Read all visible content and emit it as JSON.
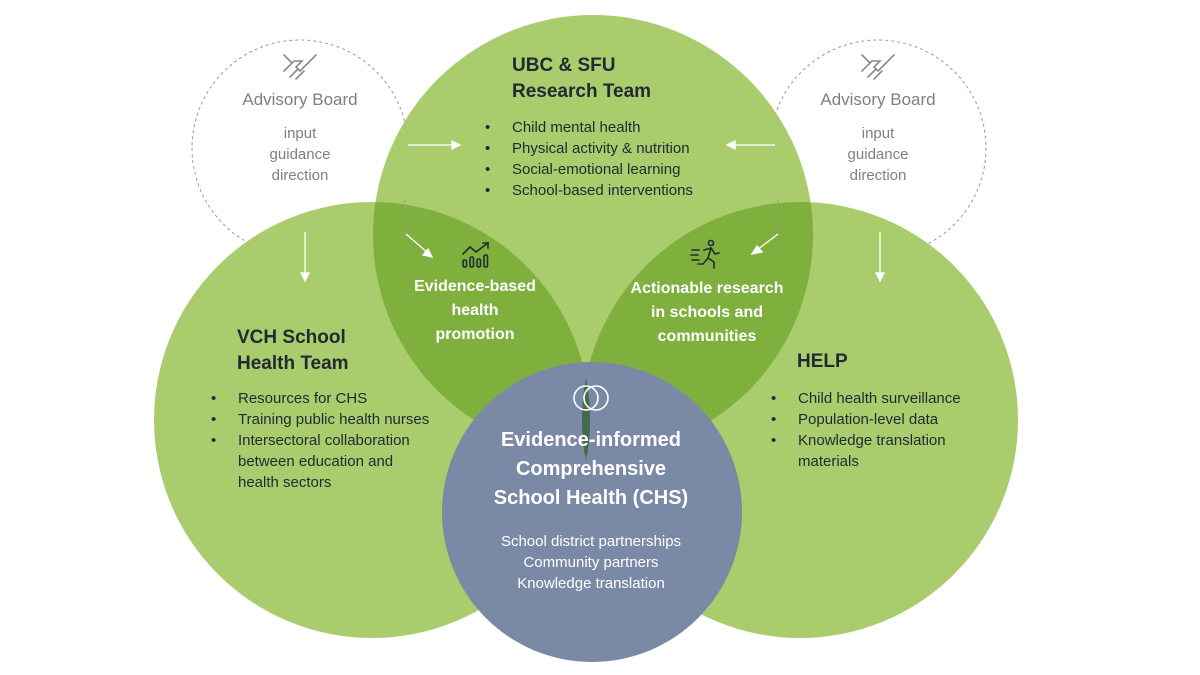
{
  "advisory_left": {
    "title": "Advisory Board",
    "lines": [
      "input",
      "guidance",
      "direction"
    ],
    "icon": "handshake-icon"
  },
  "advisory_right": {
    "title": "Advisory Board",
    "lines": [
      "input",
      "guidance",
      "direction"
    ],
    "icon": "handshake-icon"
  },
  "research_team": {
    "title_line1": "UBC & SFU",
    "title_line2": "Research Team",
    "items": [
      "Child mental health",
      "Physical activity & nutrition",
      "Social-emotional learning",
      "School-based interventions"
    ]
  },
  "vch_team": {
    "title_line1": "VCH School",
    "title_line2": "Health Team",
    "items": [
      "Resources for CHS",
      "Training public health nurses",
      "Intersectoral collaboration",
      "between education and",
      "health sectors"
    ]
  },
  "help_team": {
    "title": "HELP",
    "items": [
      "Child health surveillance",
      "Population-level data",
      "Knowledge translation",
      "materials"
    ]
  },
  "overlap_left": {
    "lines": [
      "Evidence-based",
      "health",
      "promotion"
    ],
    "icon": "chart-trend-icon"
  },
  "overlap_right": {
    "lines": [
      "Actionable research",
      "in schools and",
      "communities"
    ],
    "icon": "running-person-icon"
  },
  "center": {
    "icon": "interlocking-circles-icon",
    "title_lines": [
      "Evidence-informed",
      "Comprehensive",
      "School Health (CHS)"
    ],
    "items": [
      "School district partnerships",
      "Community partners",
      "Knowledge translation"
    ]
  },
  "colors": {
    "circle_green": "#a9cc6c",
    "overlap_green": "#7fb03e",
    "center_dark": "#436a4a",
    "bottom_blue": "#7a8aa6",
    "dashed": "#9a9a9a",
    "text_dark": "#1f2a33",
    "arrow": "#ffffff"
  }
}
